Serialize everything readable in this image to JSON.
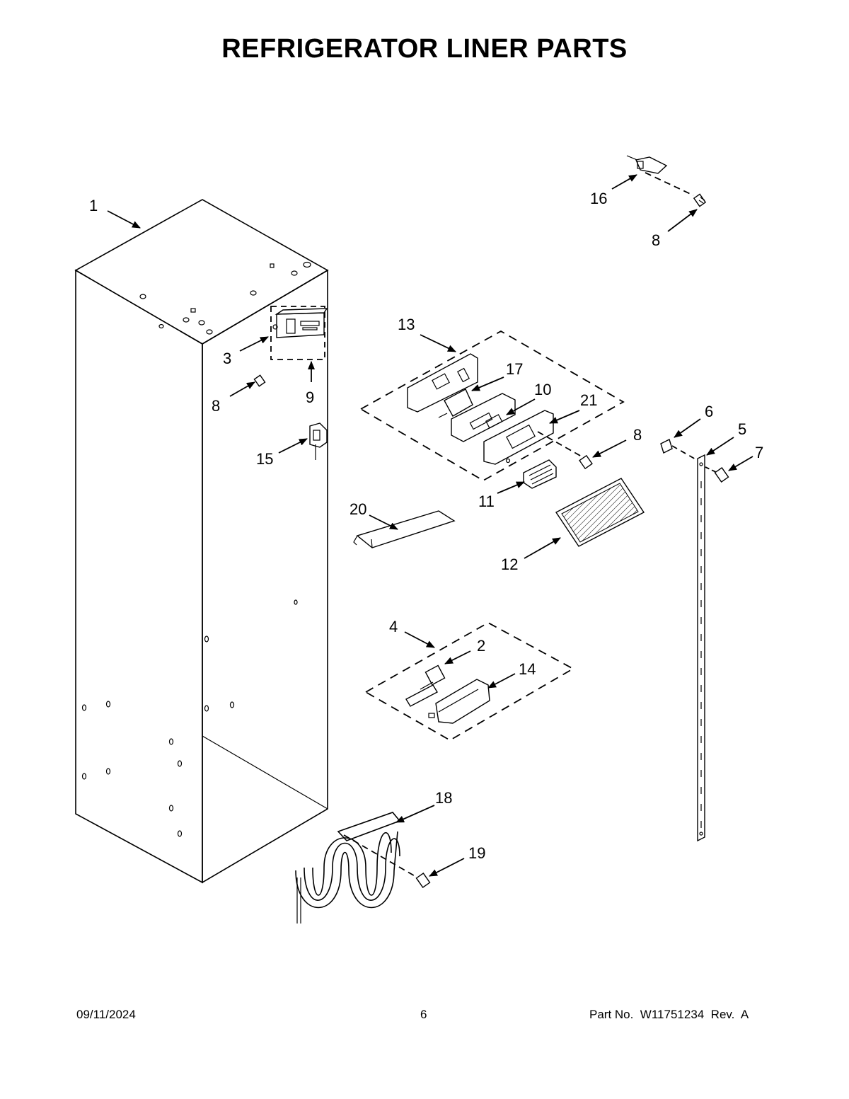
{
  "page": {
    "title": "REFRIGERATOR LINER PARTS",
    "footer": {
      "date": "09/11/2024",
      "page_number": "6",
      "part_info": "Part No.  W11751234  Rev.  A"
    }
  },
  "callouts": {
    "c1": "1",
    "c2": "2",
    "c3": "3",
    "c4": "4",
    "c5": "5",
    "c6": "6",
    "c7": "7",
    "c8a": "8",
    "c8b": "8",
    "c8c": "8",
    "c9": "9",
    "c10": "10",
    "c11": "11",
    "c12": "12",
    "c13": "13",
    "c14": "14",
    "c15": "15",
    "c16": "16",
    "c17": "17",
    "c18": "18",
    "c19": "19",
    "c20": "20",
    "c21": "21"
  }
}
